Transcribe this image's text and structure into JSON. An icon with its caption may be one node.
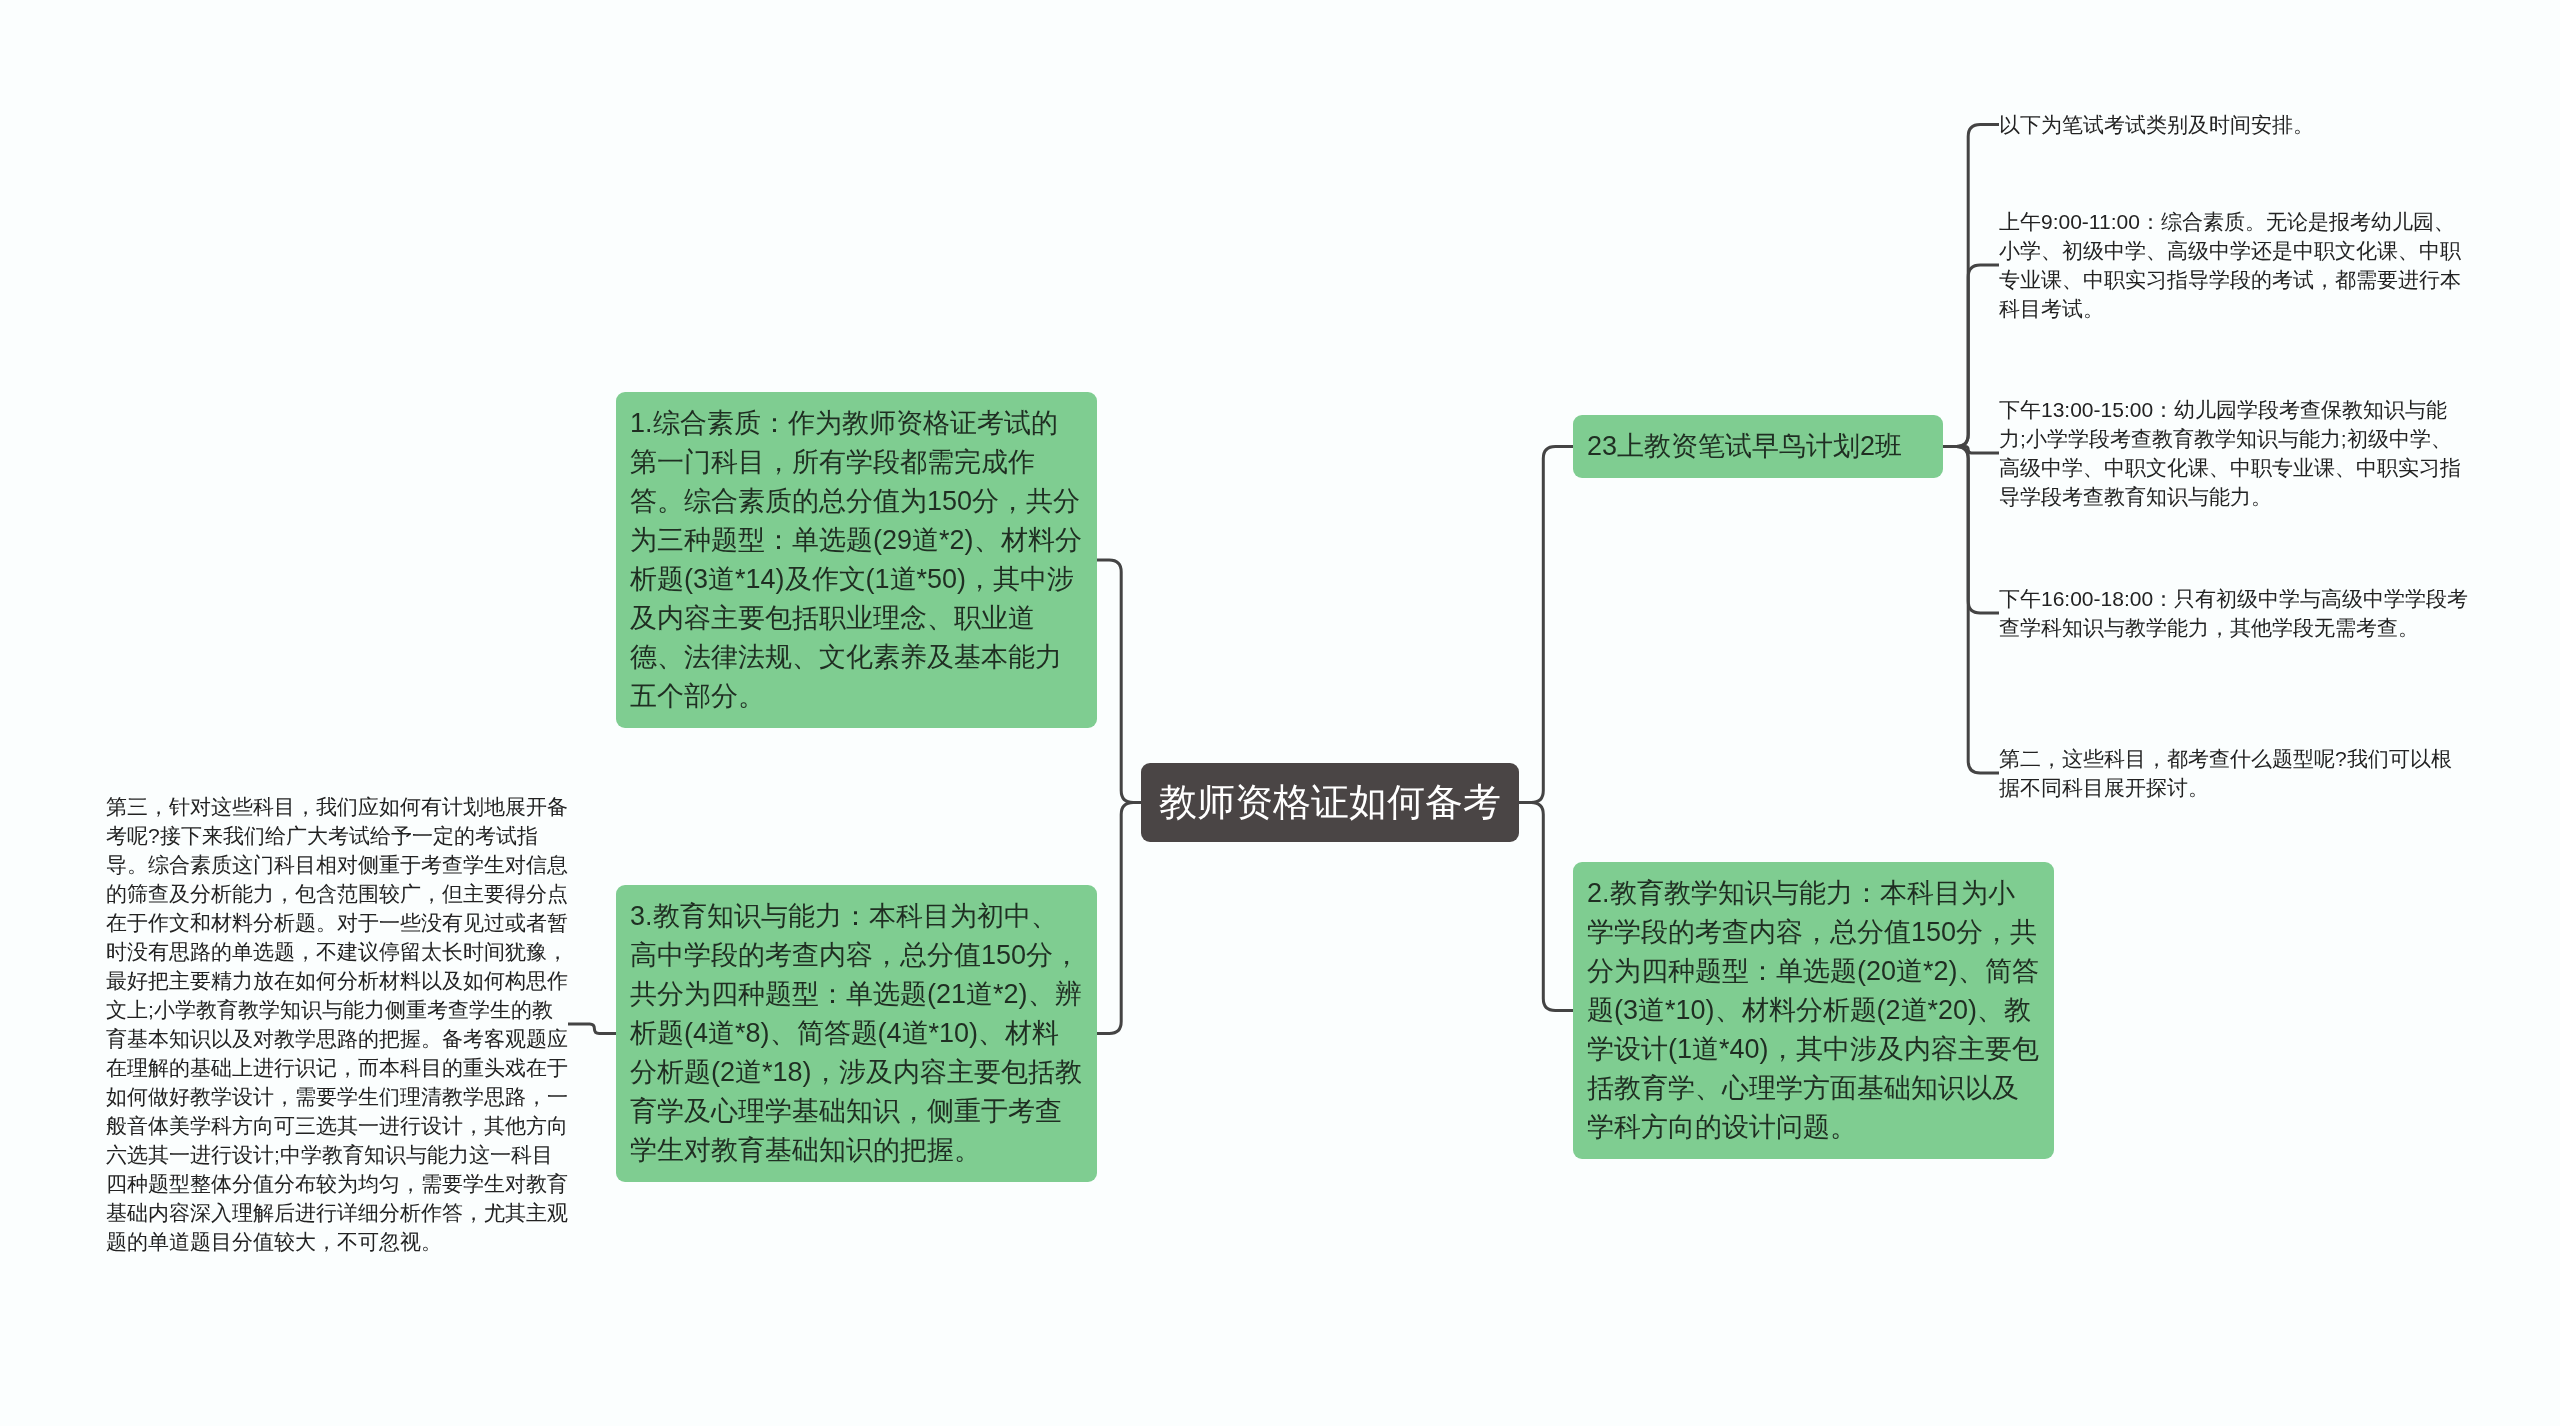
{
  "diagram": {
    "nodes": [
      {
        "text": [
          "教师资格证如何备考"
        ]
      },
      {
        "text": [
          "1.综合素质：作为教师资格证考试的第一门科目，所有学段都需完成作答。综合素质的总分值为150分，共分为三种题型：单选题(29道*2)、材料分析题(3道*14)及作文(1道*50)，其中涉及内容主要包括职业理念、职业道德、法律法规、文化素养及基本能力五个部分。"
        ]
      },
      {
        "text": [
          "3.教育知识与能力：本科目为初中、高中学段的考查内容，总分值150分，共分为四种题型：单选题(21道*2)、辨析题(4道*8)、简答题(4道*10)、材料分析题(2道*18)，涉及内容主要包括教育学及心理学基础知识，侧重于考查学生对教育基础知识的把握。"
        ]
      },
      {
        "text": [
          "第三，针对这些科目，我们应如何有计划地展开备考呢?接下来我们给广大考试给予一定的考试指导。综合素质这门科目相对侧重于考查学生对信息的筛查及分析能力，包含范围较广，但主要得分点在于作文和材料分析题。对于一些没有见过或者暂时没有思路的单选题，不建议停留太长时间犹豫，最好把主要精力放在如何分析材料以及如何构思作文上;小学教育教学知识与能力侧重考查学生的教育基本知识以及对教学思路的把握。备考客观题应在理解的基础上进行识记，而本科目的重头戏在于如何做好教学设计，需要学生们理清教学思路，一般音体美学科方向可三选其一进行设计，其他方向六选其一进行设计;中学教育知识与能力这一科目四种题型整体分值分布较为均匀，需要学生对教育基础内容深入理解后进行详细分析作答，尤其主观题的单道题目分值较大，不可忽视。"
        ]
      },
      {
        "text": [
          "23上教资笔试早鸟计划2班"
        ]
      },
      {
        "text": [
          "以下为笔试考试类别及时间安排。"
        ]
      },
      {
        "text": [
          "上午9:00-11:00：综合素质。无论是报考幼儿园、小学、初级中学、高级中学还是中职文化课、中职专业课、中职实习指导学段的考试，都需要进行本科目考试。"
        ]
      },
      {
        "text": [
          "下午13:00-15:00：幼儿园学段考查保教知识与能力;小学学段考查教育教学知识与能力;初级中学、高级中学、中职文化课、中职专业课、中职实习指导学段考查教育知识与能力。"
        ]
      },
      {
        "text": [
          "下午16:00-18:00：只有初级中学与高级中学学段考查学科知识与教学能力，其他学段无需考查。"
        ]
      },
      {
        "text": [
          "第二，这些科目，都考查什么题型呢?我们可以根据不同科目展开探讨。"
        ]
      },
      {
        "text": [
          "2.教育教学知识与能力：本科目为小学学段的考查内容，总分值150分，共分为四种题型：单选题(20道*2)、简答题(3道*10)、材料分析题(2道*20)、教学设计(1道*40)，其中涉及内容主要包括教育学、心理学方面基础知识以及学科方向的设计问题。"
        ]
      }
    ],
    "edges": [
      {
        "from": 0,
        "to": 1,
        "arrow": "none"
      },
      {
        "from": 0,
        "to": 2,
        "arrow": "none"
      },
      {
        "from": 2,
        "to": 3,
        "arrow": "none"
      },
      {
        "from": 0,
        "to": 4,
        "arrow": "none"
      },
      {
        "from": 4,
        "to": 5,
        "arrow": "none"
      },
      {
        "from": 4,
        "to": 6,
        "arrow": "none"
      },
      {
        "from": 4,
        "to": 7,
        "arrow": "none"
      },
      {
        "from": 4,
        "to": 8,
        "arrow": "none"
      },
      {
        "from": 4,
        "to": 9,
        "arrow": "none"
      },
      {
        "from": 0,
        "to": 10,
        "arrow": "none"
      }
    ]
  }
}
